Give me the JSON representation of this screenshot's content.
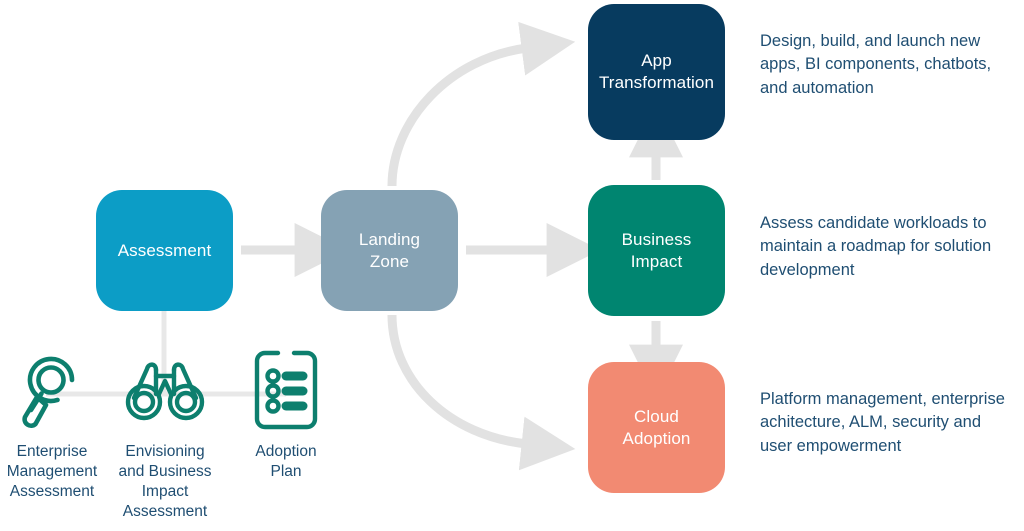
{
  "diagram": {
    "title": "Cloud adoption journey flow",
    "colors": {
      "assessment": "#0c9dc6",
      "landing_zone": "#85a2b4",
      "app_transformation": "#073b5f",
      "business_impact": "#008570",
      "cloud_adoption": "#f28a72",
      "connector": "#e2e2e2",
      "icon_stroke": "#0d7f6e",
      "text": "#1f4e72"
    }
  },
  "stages": {
    "assessment": {
      "label": "Assessment"
    },
    "landing_zone": {
      "line1": "Landing",
      "line2": "Zone"
    },
    "app_transformation": {
      "line1": "App",
      "line2": "Transformation"
    },
    "business_impact": {
      "line1": "Business",
      "line2": "Impact"
    },
    "cloud_adoption": {
      "line1": "Cloud",
      "line2": "Adoption"
    }
  },
  "descriptions": {
    "app_transformation": "Design, build, and launch new apps, BI components, chatbots, and automation",
    "business_impact": "Assess candidate workloads to maintain a roadmap for solution development",
    "cloud_adoption": "Platform management, enterprise achitecture, ALM, security and user empowerment"
  },
  "assessment_items": [
    {
      "icon": "magnifier-icon",
      "caption": "Enterprise\nManagement\nAssessment"
    },
    {
      "icon": "binoculars-icon",
      "caption": "Envisioning\nand Business\nImpact\nAssessment"
    },
    {
      "icon": "checklist-document-icon",
      "caption": "Adoption\nPlan"
    }
  ]
}
